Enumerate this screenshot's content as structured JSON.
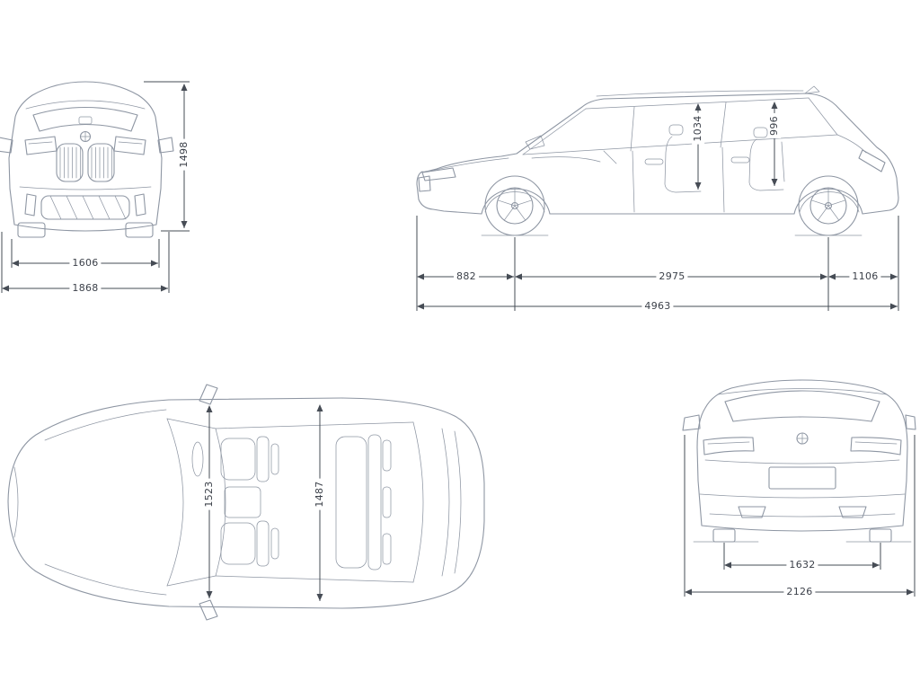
{
  "diagram": {
    "front_view": {
      "height_mm": "1498",
      "track_width_mm": "1606",
      "body_width_mm": "1868"
    },
    "side_view": {
      "front_headroom_mm": "1034",
      "rear_headroom_mm": "996",
      "front_overhang_mm": "882",
      "wheelbase_mm": "2975",
      "rear_overhang_mm": "1106",
      "overall_length_mm": "4963"
    },
    "top_view": {
      "front_interior_width_mm": "1523",
      "rear_interior_width_mm": "1487"
    },
    "rear_view": {
      "track_width_mm": "1632",
      "width_incl_mirrors_mm": "2126"
    },
    "colors": {
      "car_line": "#8e96a3",
      "dimension_line": "#464c55",
      "label_text": "#3c414a",
      "background": "#ffffff"
    }
  }
}
